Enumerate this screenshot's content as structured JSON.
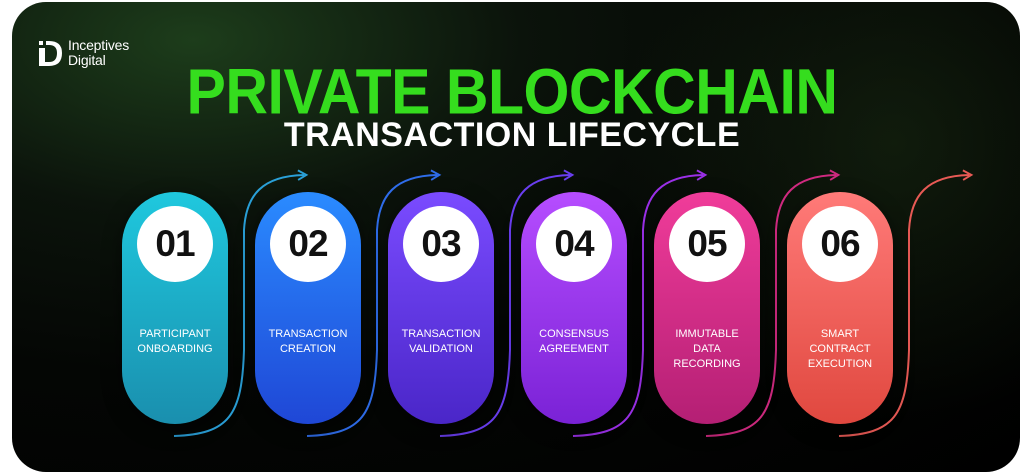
{
  "logo": {
    "line1": "Inceptives",
    "line2": "Digital",
    "icon": "brand-d-icon"
  },
  "title": "PRIVATE BLOCKCHAIN",
  "subtitle": "TRANSACTION LIFECYCLE",
  "colors": {
    "title": "#35dd1e",
    "background": "#000000"
  },
  "steps": [
    {
      "number": "01",
      "label": "PARTICIPANT\nONBOARDING",
      "color_top": "#1fc8de",
      "color_bottom": "#1a8fae",
      "arrow": "#2aa0d8"
    },
    {
      "number": "02",
      "label": "TRANSACTION\nCREATION",
      "color_top": "#2a8bff",
      "color_bottom": "#1f47d6",
      "arrow": "#2f6dea"
    },
    {
      "number": "03",
      "label": "TRANSACTION\nVALIDATION",
      "color_top": "#7a4bff",
      "color_bottom": "#4a26c8",
      "arrow": "#6a3ef0"
    },
    {
      "number": "04",
      "label": "CONSENSUS\nAGREEMENT",
      "color_top": "#b64dff",
      "color_bottom": "#7a22d6",
      "arrow": "#9b30e8"
    },
    {
      "number": "05",
      "label": "IMMUTABLE\nDATA\nRECORDING",
      "color_top": "#f03c9a",
      "color_bottom": "#b41f74",
      "arrow": "#d02a80"
    },
    {
      "number": "06",
      "label": "SMART\nCONTRACT\nEXECUTION",
      "color_top": "#ff7a78",
      "color_bottom": "#e0483f",
      "arrow": "#e85a55"
    }
  ]
}
